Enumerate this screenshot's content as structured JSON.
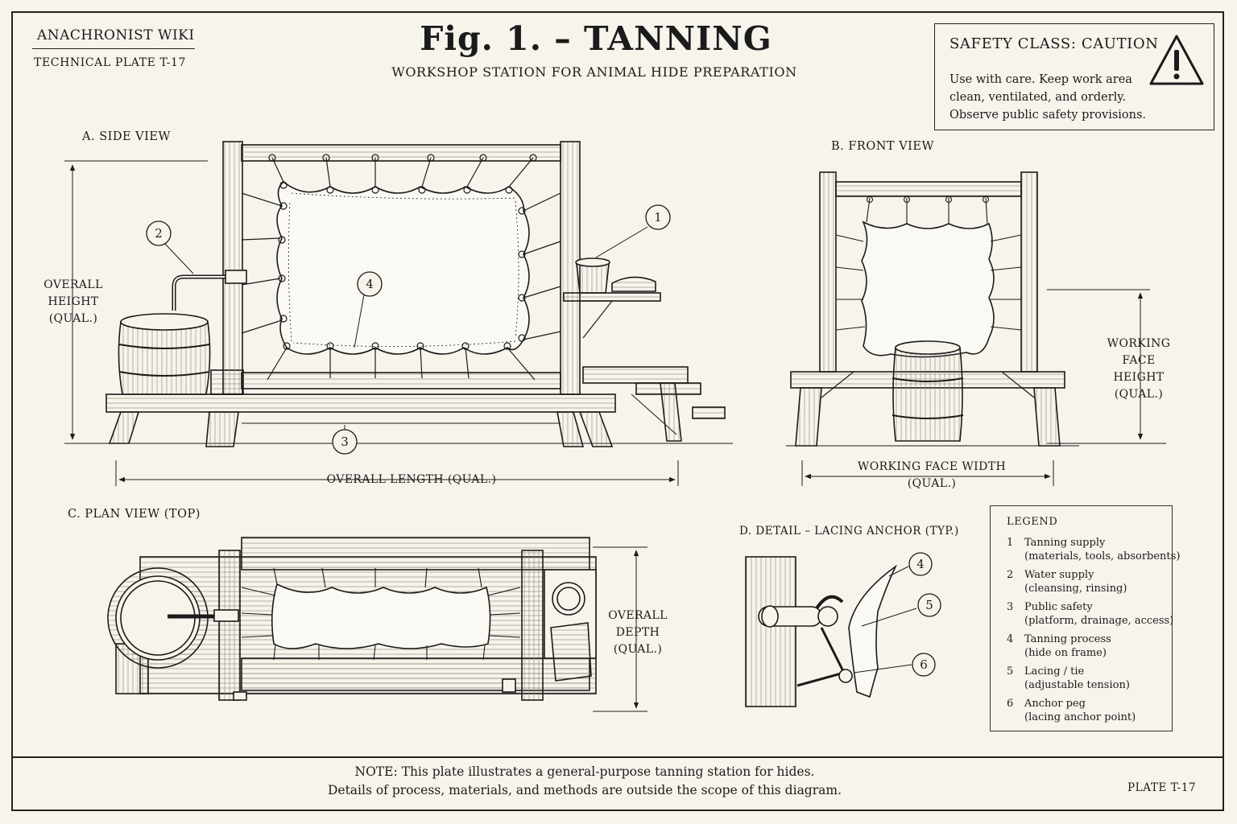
{
  "header": {
    "brand": "ANACHRONIST WIKI",
    "plate_ref": "TECHNICAL PLATE   T-17",
    "title": "Fig. 1.  –  TANNING",
    "subtitle": "WORKSHOP STATION FOR ANIMAL HIDE PREPARATION"
  },
  "safety": {
    "heading": "SAFETY CLASS:  CAUTION",
    "icon": "warning-triangle-icon",
    "lines": [
      "Use with care.  Keep work area",
      "clean, ventilated, and orderly.",
      "Observe public safety provisions."
    ]
  },
  "views": {
    "side": "A.   SIDE VIEW",
    "front": "B.   FRONT VIEW",
    "plan": "C.   PLAN VIEW (TOP)",
    "detail": "D.   DETAIL – LACING ANCHOR (TYP.)"
  },
  "dimensions": {
    "overall_height": [
      "OVERALL",
      "HEIGHT",
      "(QUAL.)"
    ],
    "overall_length": "OVERALL LENGTH (QUAL.)",
    "working_face_height": [
      "WORKING",
      "FACE",
      "HEIGHT",
      "(QUAL.)"
    ],
    "working_face_width": [
      "WORKING FACE WIDTH",
      "(QUAL.)"
    ],
    "overall_depth": [
      "OVERALL",
      "DEPTH",
      "(QUAL.)"
    ]
  },
  "callouts": {
    "c1": "1",
    "c2": "2",
    "c3": "3",
    "c4": "4",
    "d4": "4",
    "d5": "5",
    "d6": "6"
  },
  "legend": {
    "title": "LEGEND",
    "items": [
      {
        "num": "1",
        "label": "Tanning supply",
        "detail": "(materials, tools, absorbents)"
      },
      {
        "num": "2",
        "label": "Water supply",
        "detail": "(cleansing, rinsing)"
      },
      {
        "num": "3",
        "label": "Public safety",
        "detail": "(platform, drainage, access)"
      },
      {
        "num": "4",
        "label": "Tanning process",
        "detail": "(hide on frame)"
      },
      {
        "num": "5",
        "label": "Lacing / tie",
        "detail": "(adjustable tension)"
      },
      {
        "num": "6",
        "label": "Anchor peg",
        "detail": "(lacing anchor point)"
      }
    ]
  },
  "footer": {
    "note_lines": [
      "NOTE:  This plate illustrates a general-purpose tanning station for hides.",
      "Details of process, materials, and methods are outside the scope of this diagram."
    ],
    "plate_id": "PLATE T-17"
  }
}
